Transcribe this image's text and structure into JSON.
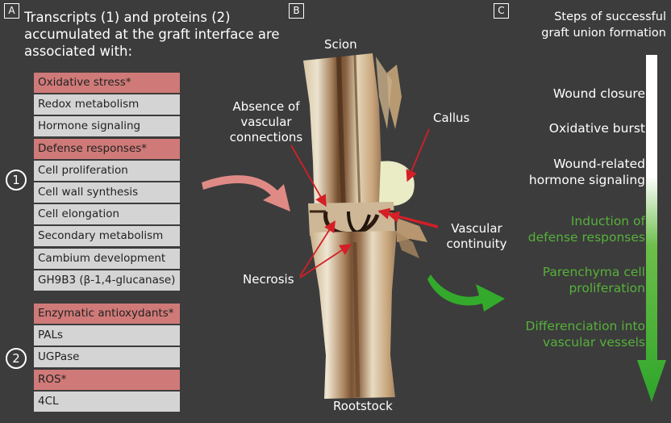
{
  "panels": {
    "a": "A",
    "b": "B",
    "c": "C"
  },
  "panel_a": {
    "header": [
      "Transcripts (1) and proteins (2)",
      "accumulated at the graft interface are",
      "associated with:"
    ],
    "group1": {
      "marker": "1",
      "items": [
        {
          "label": "Oxidative stress*",
          "highlight": true
        },
        {
          "label": "Redox metabolism",
          "highlight": false
        },
        {
          "label": "Hormone signaling",
          "highlight": false
        },
        {
          "label": "Defense responses*",
          "highlight": true
        },
        {
          "label": "Cell proliferation",
          "highlight": false
        },
        {
          "label": "Cell wall synthesis",
          "highlight": false
        },
        {
          "label": "Cell elongation",
          "highlight": false
        },
        {
          "label": "Secondary metabolism",
          "highlight": false
        },
        {
          "label": "Cambium development",
          "highlight": false
        },
        {
          "label": "GH9B3 (β-1,4-glucanase)",
          "highlight": false
        }
      ]
    },
    "group2": {
      "marker": "2",
      "items": [
        {
          "label": "Enzymatic antioxydants*",
          "highlight": true
        },
        {
          "label": "PALs",
          "highlight": false
        },
        {
          "label": "UGPase",
          "highlight": false
        },
        {
          "label": "ROS*",
          "highlight": true
        },
        {
          "label": "4CL",
          "highlight": false
        }
      ]
    }
  },
  "panel_b": {
    "scion": "Scion",
    "rootstock": "Rootstock",
    "absence": [
      "Absence of",
      "vascular",
      "connections"
    ],
    "callus": "Callus",
    "vascular_continuity": [
      "Vascular",
      "continuity"
    ],
    "necrosis": "Necrosis"
  },
  "panel_c": {
    "header": [
      "Steps of successful",
      "graft union formation"
    ],
    "steps": [
      {
        "lines": [
          "Wound closure"
        ],
        "color": "#ffffff"
      },
      {
        "lines": [
          "Oxidative burst"
        ],
        "color": "#ffffff"
      },
      {
        "lines": [
          "Wound-related",
          "hormone signaling"
        ],
        "color": "#ffffff"
      },
      {
        "lines": [
          "Induction of",
          "defense responses"
        ],
        "color": "#56b13a"
      },
      {
        "lines": [
          "Parenchyma cell",
          "proliferation"
        ],
        "color": "#56b13a"
      },
      {
        "lines": [
          "Differenciation into",
          "vascular vessels"
        ],
        "color": "#56b13a"
      }
    ]
  },
  "colors": {
    "background": "#3c3c3c",
    "highlight": "#cf7a78",
    "item": "#d4d4d4",
    "green": "#33aa2b",
    "pink_arrow": "#e08a86",
    "label_arrow": "#d51f26"
  }
}
